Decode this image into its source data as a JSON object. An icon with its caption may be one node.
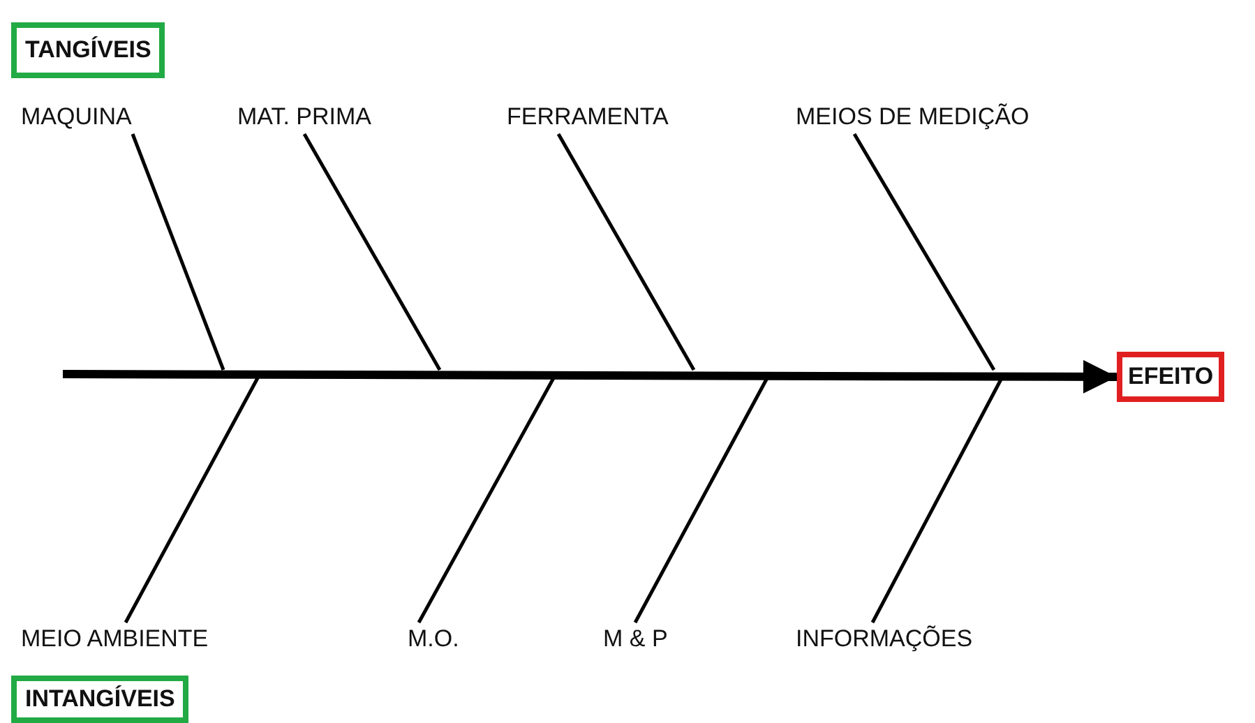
{
  "diagram": {
    "nodes": [
      {
        "text": [
          "TANGÍVEIS"
        ]
      },
      {
        "text": [
          "MAQUINA"
        ]
      },
      {
        "text": [
          "MAT. PRIMA"
        ]
      },
      {
        "text": [
          "FERRAMENTA"
        ]
      },
      {
        "text": [
          "MEIOS DE MEDIÇÃO"
        ]
      },
      {
        "text": [
          "EFEITO"
        ]
      },
      {
        "text": [
          "MEIO AMBIENTE"
        ]
      },
      {
        "text": [
          "M.O."
        ]
      },
      {
        "text": [
          "M & P"
        ]
      },
      {
        "text": [
          "INFORMAÇÕES"
        ]
      },
      {
        "text": [
          "INTANGÍVEIS"
        ]
      }
    ],
    "edges": [
      {
        "from": null,
        "to": 5,
        "arrow": "to",
        "style": "thick"
      },
      {
        "from": 1,
        "to": null,
        "arrow": "none"
      },
      {
        "from": 2,
        "to": null,
        "arrow": "none"
      },
      {
        "from": 3,
        "to": null,
        "arrow": "none"
      },
      {
        "from": 4,
        "to": null,
        "arrow": "none"
      },
      {
        "from": 6,
        "to": null,
        "arrow": "none"
      },
      {
        "from": 7,
        "to": null,
        "arrow": "none"
      },
      {
        "from": 8,
        "to": null,
        "arrow": "none"
      },
      {
        "from": 9,
        "to": null,
        "arrow": "none"
      }
    ]
  }
}
